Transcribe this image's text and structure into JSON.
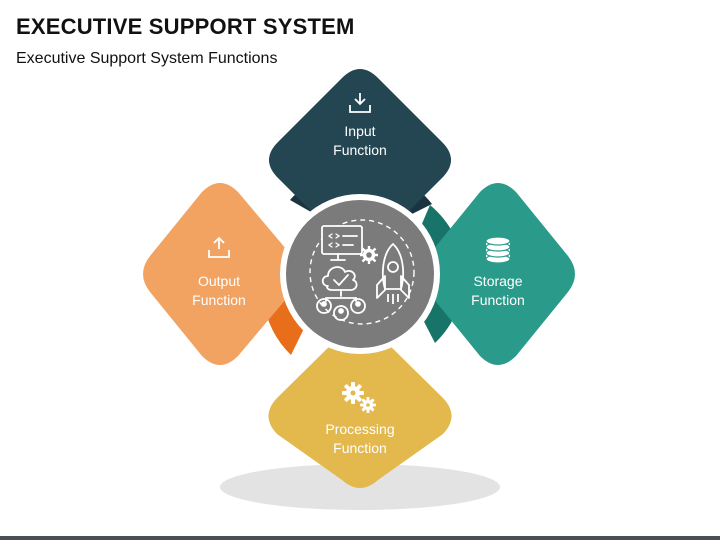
{
  "slide": {
    "title": "EXECUTIVE SUPPORT SYSTEM",
    "subtitle": "Executive Support System Functions"
  },
  "functions": [
    {
      "id": "input",
      "line1": "Input",
      "line2": "Function",
      "color": "#244552",
      "icon": "inbox-download-icon"
    },
    {
      "id": "storage",
      "line1": "Storage",
      "line2": "Function",
      "color": "#2a9a8a",
      "icon": "database-icon"
    },
    {
      "id": "processing",
      "line1": "Processing",
      "line2": "Function",
      "color": "#e3b84c",
      "icon": "gears-icon"
    },
    {
      "id": "output",
      "line1": "Output",
      "line2": "Function",
      "color": "#f2a261",
      "icon": "outbox-upload-icon"
    }
  ],
  "center": {
    "color": "#7b7b7b",
    "icons": [
      "monitor-code-icon",
      "gear-icon",
      "rocket-icon",
      "cloud-check-users-icon"
    ]
  }
}
